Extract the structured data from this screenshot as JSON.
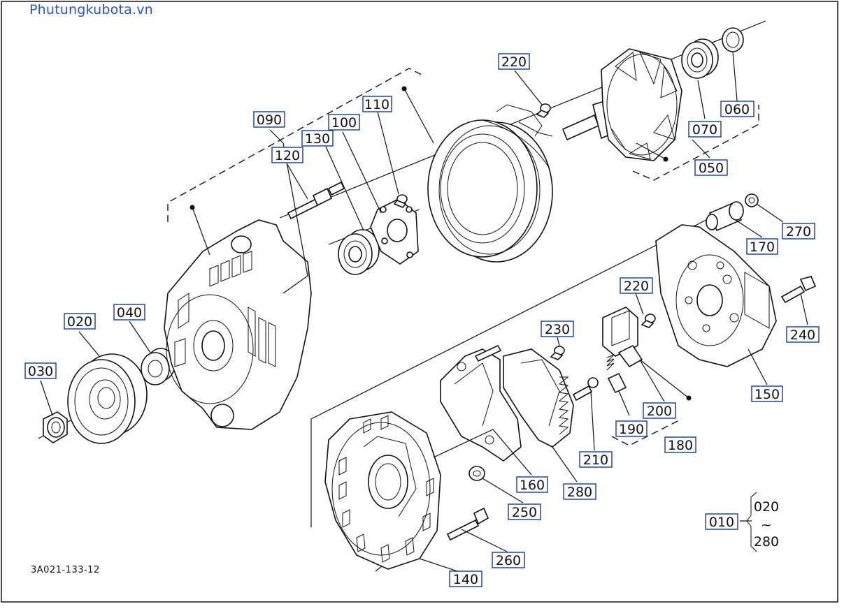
{
  "watermark": "Phutungkubota.vn",
  "drawing_ref": "3A021-133-12",
  "callouts": {
    "c010": "010",
    "c020": "020",
    "c030": "030",
    "c040": "040",
    "c050": "050",
    "c060": "060",
    "c070": "070",
    "c090": "090",
    "c100": "100",
    "c110": "110",
    "c120": "120",
    "c130": "130",
    "c140": "140",
    "c150": "150",
    "c160": "160",
    "c170": "170",
    "c180": "180",
    "c190": "190",
    "c200": "200",
    "c210": "210",
    "c220a": "220",
    "c220b": "220",
    "c230": "230",
    "c240": "240",
    "c250": "250",
    "c260": "260",
    "c270": "270",
    "c280": "280"
  },
  "range_note": {
    "from": "020",
    "to": "280",
    "tilde": "~"
  }
}
